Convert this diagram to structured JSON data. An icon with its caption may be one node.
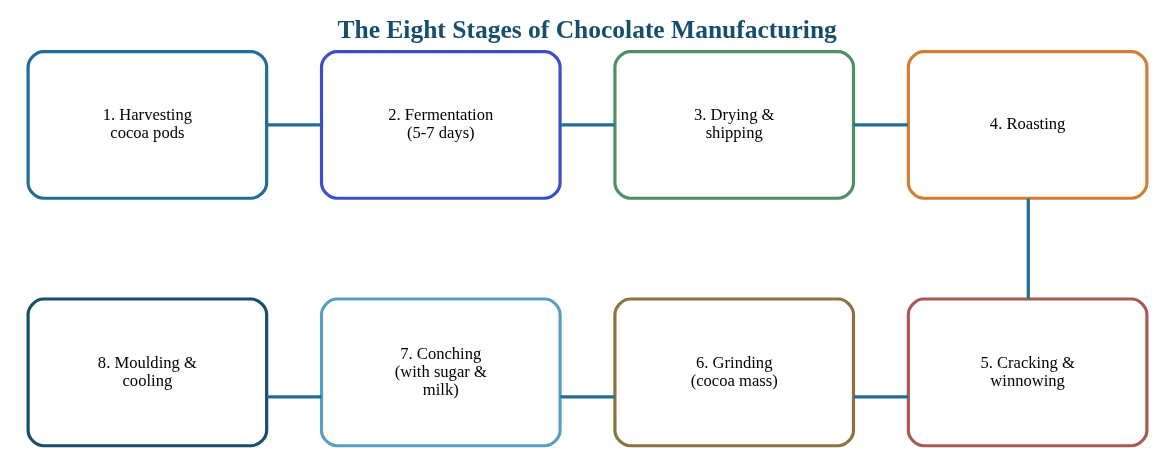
{
  "diagram": {
    "title": "The Eight Stages of Chocolate Manufacturing",
    "nodes": [
      {
        "text": [
          "1. Harvesting cocoa pods"
        ]
      },
      {
        "text": [
          "2. Fermentation (5-7 days)"
        ]
      },
      {
        "text": [
          "3. Drying & shipping"
        ]
      },
      {
        "text": [
          "4. Roasting"
        ]
      },
      {
        "text": [
          "5. Cracking & winnowing"
        ]
      },
      {
        "text": [
          "6. Grinding (cocoa mass)"
        ]
      },
      {
        "text": [
          "7. Conching (with sugar & milk)"
        ]
      },
      {
        "text": [
          "8. Moulding & cooling"
        ]
      }
    ],
    "edges": [
      {
        "from": 0,
        "to": 1,
        "arrow": "none"
      },
      {
        "from": 1,
        "to": 2,
        "arrow": "none"
      },
      {
        "from": 2,
        "to": 3,
        "arrow": "none"
      },
      {
        "from": 3,
        "to": 4,
        "arrow": "none"
      },
      {
        "from": 4,
        "to": 5,
        "arrow": "none"
      },
      {
        "from": 5,
        "to": 6,
        "arrow": "none"
      },
      {
        "from": 6,
        "to": 7,
        "arrow": "none"
      }
    ]
  }
}
